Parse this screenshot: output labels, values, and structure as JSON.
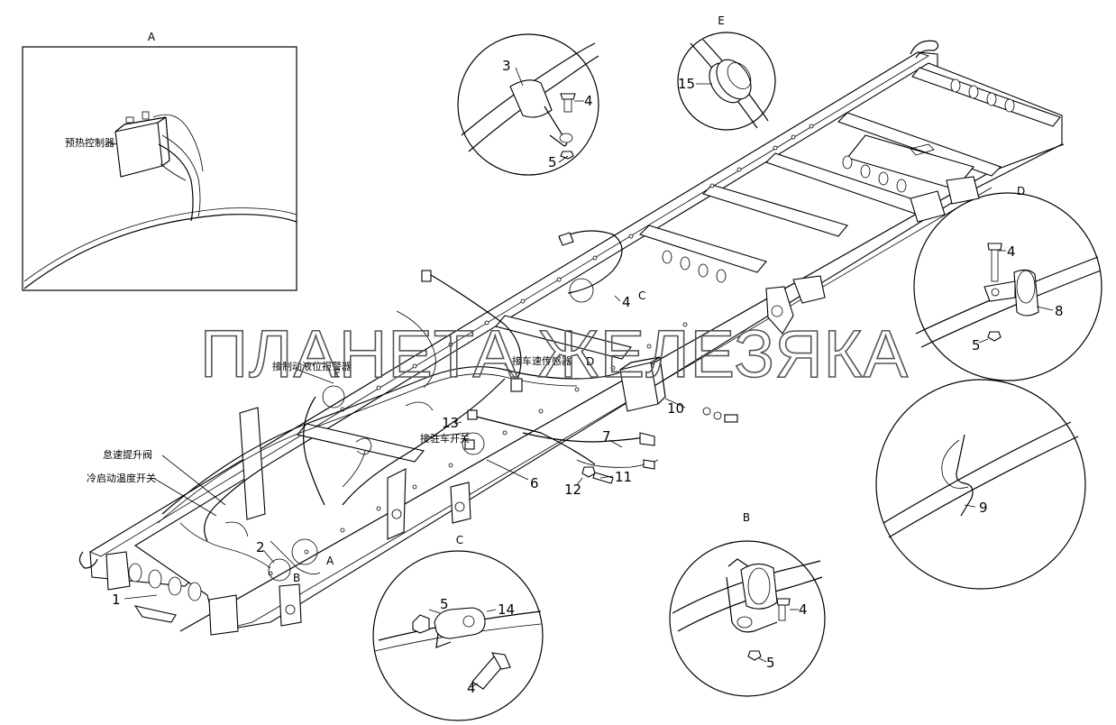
{
  "detail_letters": {
    "a": "A",
    "e": "E",
    "d": "D",
    "b": "B",
    "c": "C"
  },
  "chinese_labels": {
    "preheat_controller": "预热控制器",
    "brake_fluid_alarm": "接制动液位报警器",
    "speed_sensor": "接车速传感器",
    "parking_brake_switch": "接驻车开关",
    "idle_lift_valve": "怠速提升阀",
    "cold_start_temp_switch": "冷启动温度开关"
  },
  "part_numbers": [
    "1",
    "2",
    "3",
    "4",
    "5",
    "6",
    "7",
    "8",
    "9",
    "10",
    "11",
    "12",
    "13",
    "14",
    "15"
  ],
  "watermark": "ПЛАНЕТА ЖЕЛЕЗЯКА"
}
